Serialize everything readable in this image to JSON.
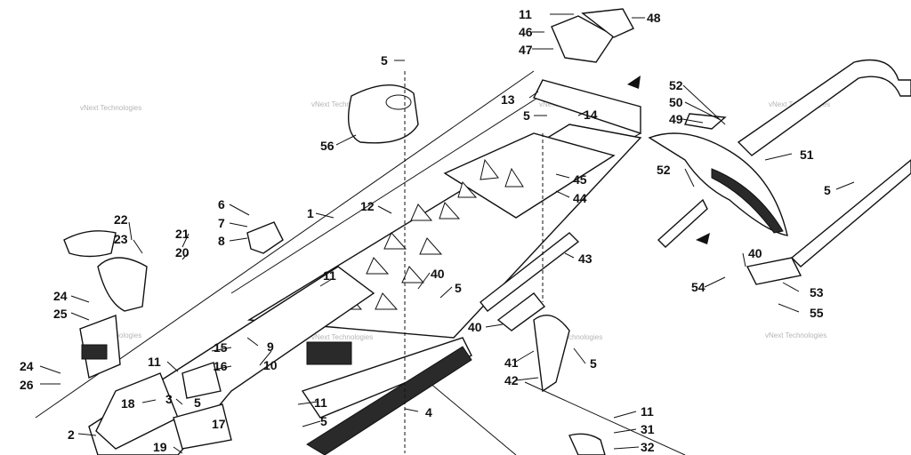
{
  "watermark": "vNext Technologies",
  "callouts": {
    "c1": "1",
    "c2": "2",
    "c3": "3",
    "c4": "4",
    "c5": "5",
    "c6": "6",
    "c7": "7",
    "c8": "8",
    "c9": "9",
    "c10": "10",
    "c11": "11",
    "c12": "12",
    "c13": "13",
    "c14": "14",
    "c15": "15",
    "c16": "16",
    "c17": "17",
    "c18": "18",
    "c19": "19",
    "c20": "20",
    "c21": "21",
    "c22": "22",
    "c23": "23",
    "c24": "24",
    "c25": "25",
    "c26": "26",
    "c31": "31",
    "c32": "32",
    "c40": "40",
    "c41": "41",
    "c42": "42",
    "c43": "43",
    "c44": "44",
    "c45": "45",
    "c46": "46",
    "c47": "47",
    "c48": "48",
    "c49": "49",
    "c50": "50",
    "c51": "51",
    "c52": "52",
    "c53": "53",
    "c54": "54",
    "c55": "55",
    "c56": "56"
  }
}
